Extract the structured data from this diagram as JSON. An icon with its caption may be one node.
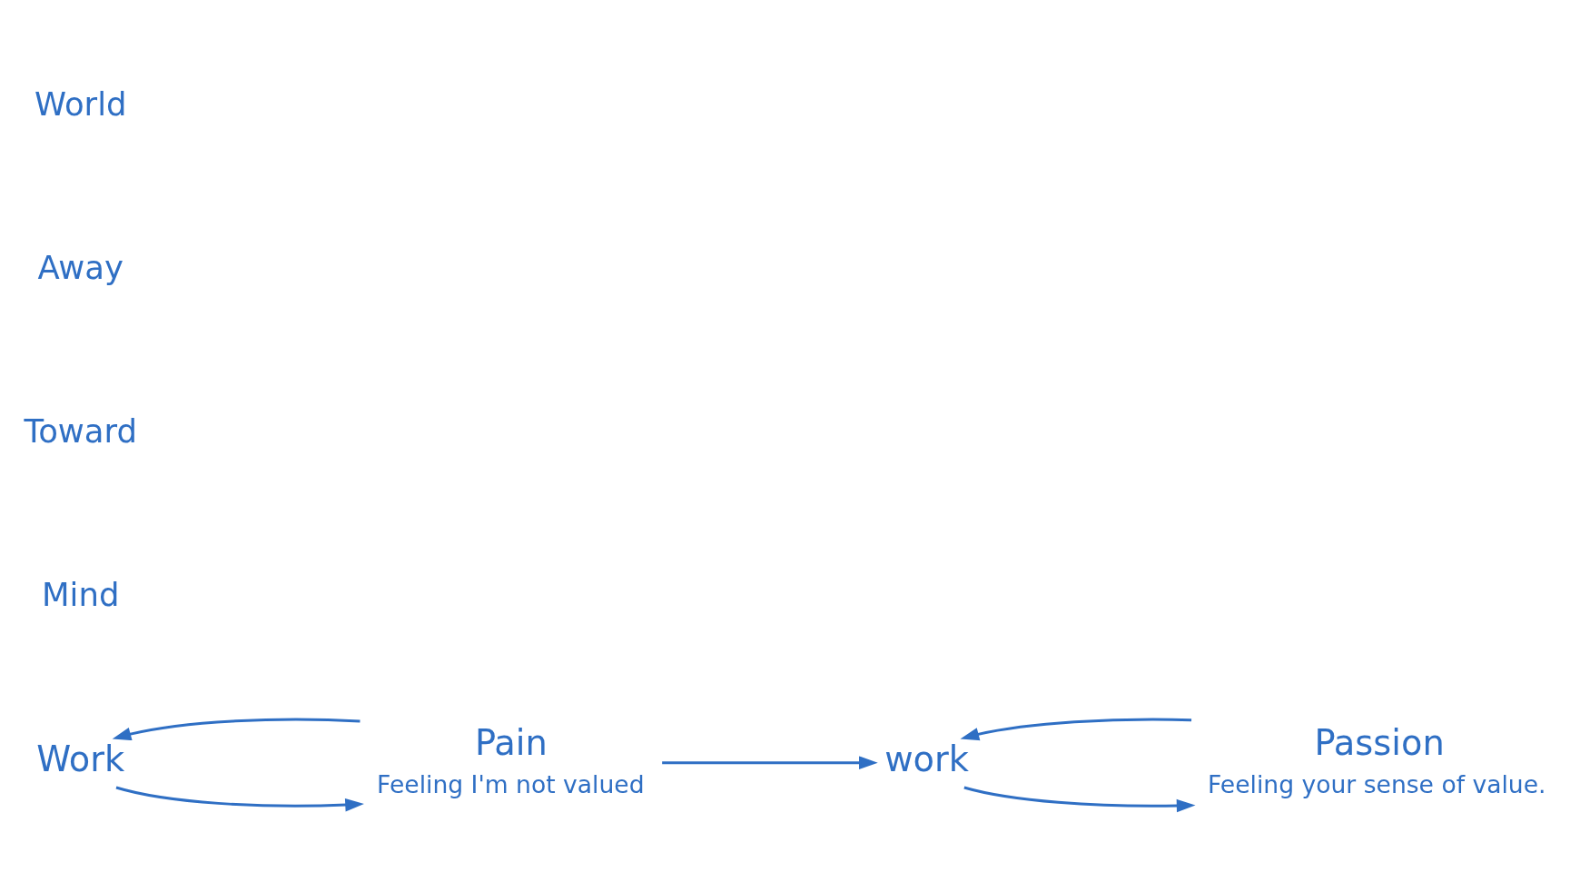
{
  "diagram": {
    "nodes": [
      {
        "text": [
          "Work"
        ]
      },
      {
        "text": [
          "work"
        ]
      },
      {
        "text": [
          "Pain"
        ],
        "beside": [
          "Feeling I'm not valued"
        ]
      },
      {
        "text": [
          "Passion"
        ],
        "beside": [
          "Feeling your sense of value."
        ]
      }
    ],
    "edges": [
      {
        "from": 0,
        "to": 2,
        "arrow": "to"
      },
      {
        "from": 2,
        "to": 0,
        "arrow": "to"
      },
      {
        "from": 2,
        "to": 1,
        "arrow": "to"
      },
      {
        "from": 3,
        "to": 1,
        "arrow": "to"
      },
      {
        "from": 1,
        "to": 3,
        "arrow": "to"
      }
    ],
    "labels": [
      "World",
      "Away",
      "Toward",
      "Mind"
    ]
  }
}
